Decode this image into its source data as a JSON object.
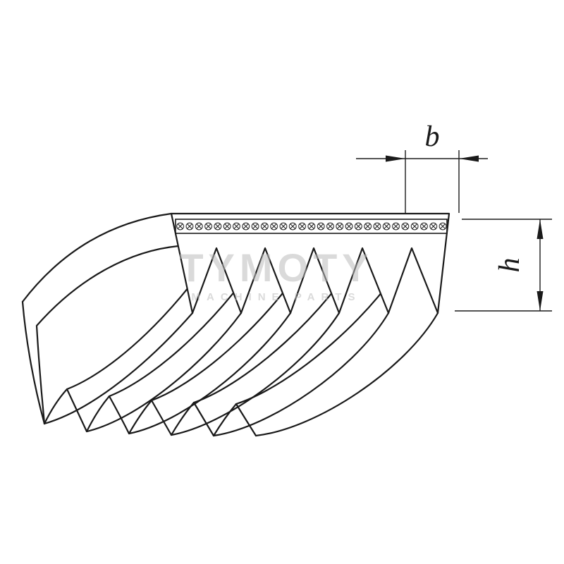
{
  "figure": {
    "dimension_b_label": "b",
    "dimension_h_label": "h"
  },
  "watermark": {
    "title": "TYMOTY",
    "subtitle": "MACHINE PARTS"
  },
  "colors": {
    "line": "#1a1a1a",
    "watermark": "#bdbdbd",
    "background": "#ffffff"
  }
}
